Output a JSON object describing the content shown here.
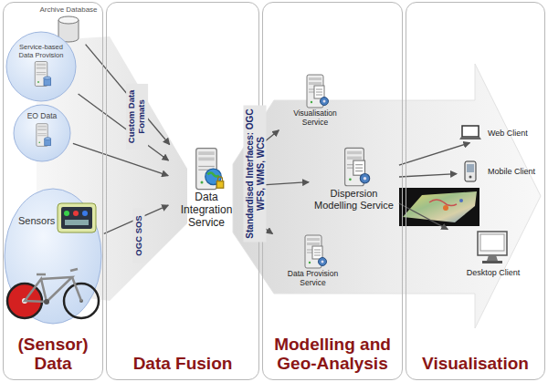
{
  "diagram": {
    "nodes": [
      {
        "text": [
          "(Sensor) Data"
        ]
      },
      {
        "text": [
          "Archive Database"
        ],
        "in": 0
      },
      {
        "text": [
          "Service-based Data Provision"
        ],
        "in": 0
      },
      {
        "text": [
          "EO Data"
        ],
        "in": 0
      },
      {
        "text": [
          "Sensors"
        ],
        "in": 0
      },
      {
        "text": [
          "Data Fusion"
        ]
      },
      {
        "text": [
          "Data Integration Service"
        ],
        "in": 5
      },
      {
        "text": [
          "Modelling and Geo-Analysis"
        ]
      },
      {
        "text": [
          "Visualisation Service"
        ],
        "in": 7
      },
      {
        "text": [
          "Dispersion Modelling Service"
        ],
        "in": 7
      },
      {
        "text": [
          "Data Provision Service"
        ],
        "in": 7
      },
      {
        "text": [
          "Visualisation"
        ]
      },
      {
        "text": [
          "Web Client"
        ],
        "in": 11
      },
      {
        "text": [
          "Mobile Client"
        ],
        "in": 11
      },
      {
        "text": [
          "Desktop Client"
        ],
        "in": 11
      }
    ],
    "edges": [
      {
        "from": 1,
        "to": 6,
        "arrow": "to"
      },
      {
        "from": 2,
        "to": 6,
        "arrow": "to",
        "label": "Custom Data Formats"
      },
      {
        "from": 3,
        "to": 6,
        "arrow": "to"
      },
      {
        "from": 4,
        "to": 6,
        "arrow": "to",
        "label": "OGC SOS"
      },
      {
        "from": 6,
        "to": 8,
        "arrow": "to"
      },
      {
        "from": 6,
        "to": 9,
        "arrow": "to",
        "label": "Standardised Interfaces: OGC WFS, WMS, WCS"
      },
      {
        "from": 6,
        "to": 10,
        "arrow": "to"
      },
      {
        "from": 9,
        "to": 12,
        "arrow": "to"
      },
      {
        "from": 9,
        "to": 13,
        "arrow": "to"
      },
      {
        "from": 9,
        "to": 14,
        "arrow": "to"
      }
    ]
  }
}
